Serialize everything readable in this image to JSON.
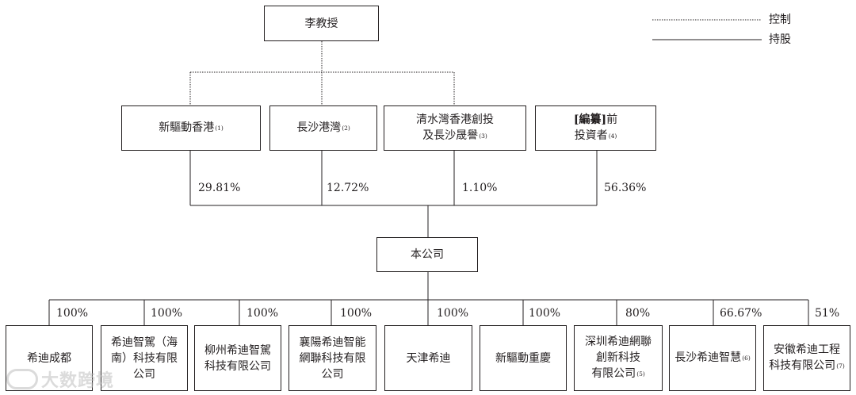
{
  "legend": {
    "control": "控制",
    "hold": "持股"
  },
  "top": {
    "label": "李教授"
  },
  "shareholders": [
    {
      "line1": "新驅動香港",
      "line2": "",
      "note": "(1)",
      "pct": "29.81%"
    },
    {
      "line1": "長沙港灣",
      "line2": "",
      "note": "(2)",
      "pct": "12.72%"
    },
    {
      "line1": "清水灣香港創投",
      "line2": "及長沙晟譽",
      "note": "(3)",
      "pct": "1.10%"
    },
    {
      "line1_bold": "[編纂]",
      "line1": "前",
      "line2": "投資者",
      "note": "(4)",
      "pct": "56.36%"
    }
  ],
  "company": {
    "label": "本公司"
  },
  "subsidiaries": [
    {
      "lines": [
        "希迪成都"
      ],
      "note": "",
      "pct": "100%"
    },
    {
      "lines": [
        "希迪智駕（海",
        "南）科技有限",
        "公司"
      ],
      "note": "",
      "pct": "100%"
    },
    {
      "lines": [
        "柳州希迪智駕",
        "科技有限公司"
      ],
      "note": "",
      "pct": "100%"
    },
    {
      "lines": [
        "襄陽希迪智能",
        "網聯科技有限",
        "公司"
      ],
      "note": "",
      "pct": "100%"
    },
    {
      "lines": [
        "天津希迪"
      ],
      "note": "",
      "pct": "100%"
    },
    {
      "lines": [
        "新驅動重慶"
      ],
      "note": "",
      "pct": "100%"
    },
    {
      "lines": [
        "深圳希迪網聯",
        "創新科技",
        "有限公司"
      ],
      "note": "(5)",
      "pct": "80%"
    },
    {
      "lines": [
        "長沙希迪智慧"
      ],
      "note": "(6)",
      "pct": "66.67%"
    },
    {
      "lines": [
        "安徽希迪工程",
        "科技有限公司"
      ],
      "note": "(7)",
      "pct": "51%"
    }
  ],
  "watermark": "大数跨境"
}
